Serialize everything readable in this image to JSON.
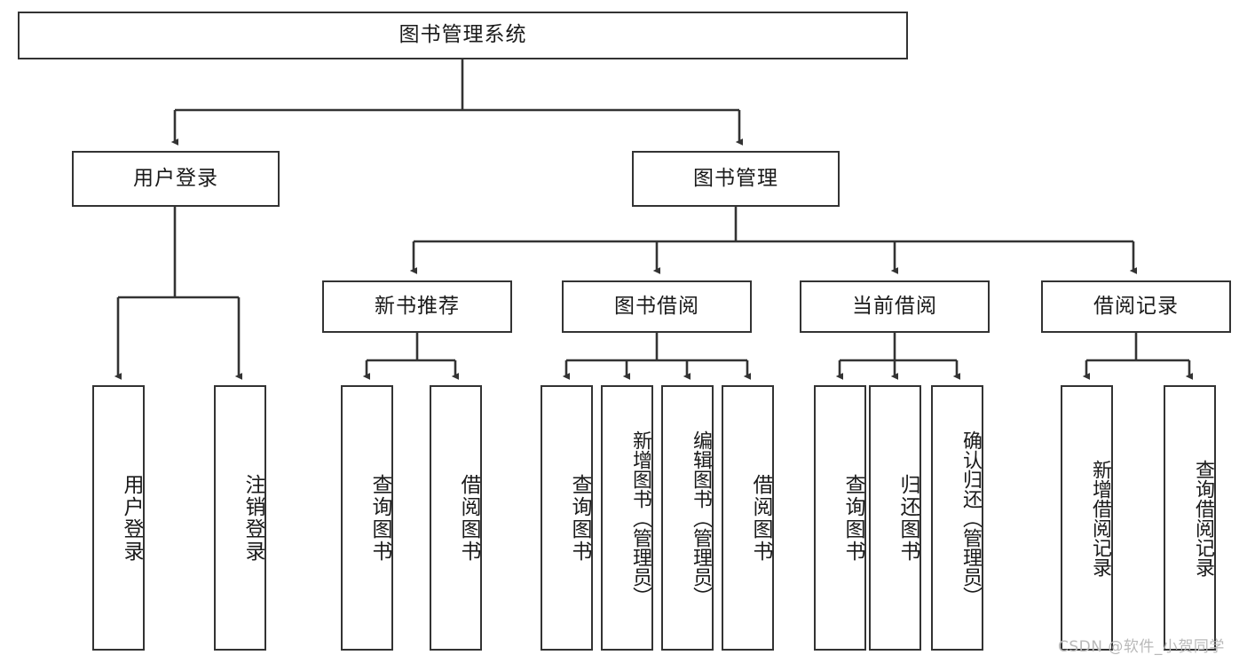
{
  "diagram": {
    "title": "图书管理系统",
    "type": "tree-hierarchy-chart",
    "watermark": "CSDN @软件_小贺同学",
    "colors": {
      "stroke": "#333333",
      "fill": "#ffffff",
      "text": "#1a1a1a",
      "watermark": "#b9b9b9"
    },
    "levels": {
      "root": {
        "label": "图书管理系统"
      },
      "level2": [
        {
          "label": "用户登录"
        },
        {
          "label": "图书管理"
        }
      ],
      "level3": [
        {
          "label": "新书推荐"
        },
        {
          "label": "图书借阅"
        },
        {
          "label": "当前借阅"
        },
        {
          "label": "借阅记录"
        }
      ],
      "leaves": {
        "user_login": [
          {
            "label": "用户登录"
          },
          {
            "label": "注销登录"
          }
        ],
        "new_book_recommend": [
          {
            "label": "查询图书"
          },
          {
            "label": "借阅图书"
          }
        ],
        "book_borrow": [
          {
            "label": "查询图书"
          },
          {
            "label": "新增图书（管理员）"
          },
          {
            "label": "编辑图书（管理员）"
          },
          {
            "label": "借阅图书"
          }
        ],
        "current_borrow": [
          {
            "label": "查询图书"
          },
          {
            "label": "归还图书"
          },
          {
            "label": "确认归还（管理员）"
          }
        ],
        "borrow_record": [
          {
            "label": "新增借阅记录"
          },
          {
            "label": "查询借阅记录"
          }
        ]
      }
    }
  }
}
